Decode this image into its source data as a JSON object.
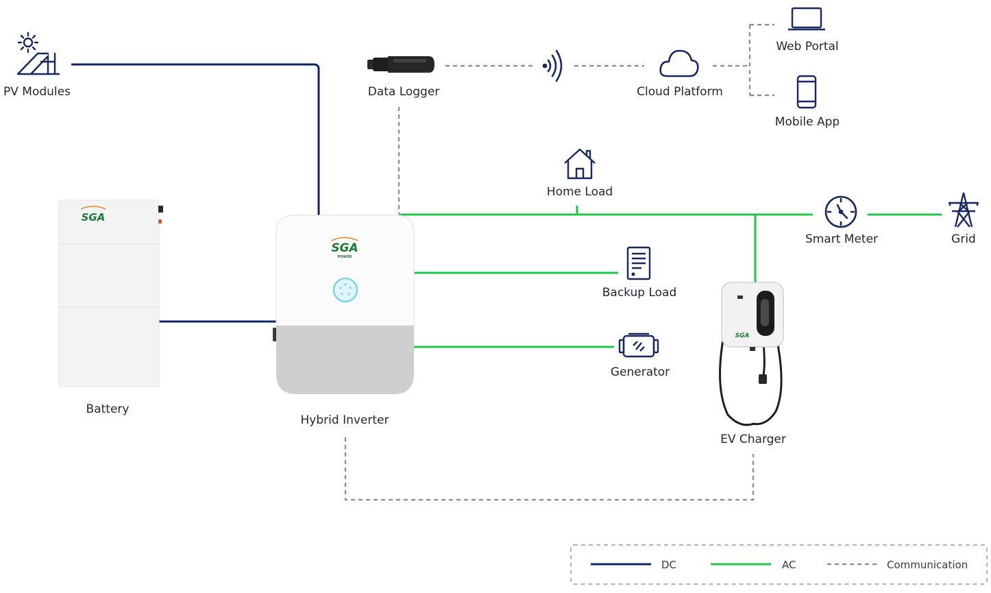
{
  "nodes": {
    "pv_modules": "PV Modules",
    "data_logger": "Data Logger",
    "cloud_platform": "Cloud Platform",
    "web_portal": "Web Portal",
    "mobile_app": "Mobile App",
    "home_load": "Home Load",
    "smart_meter": "Smart Meter",
    "grid": "Grid",
    "battery": "Battery",
    "hybrid_inverter": "Hybrid Inverter",
    "backup_load": "Backup Load",
    "generator": "Generator",
    "ev_charger": "EV Charger"
  },
  "brand_mark": "SGA",
  "brand_sub": "POWER",
  "legend": {
    "dc": "DC",
    "ac": "AC",
    "communication": "Communication"
  },
  "colors": {
    "dc": "#0d2466",
    "ac": "#22c44e",
    "communication": "#8a8a8a",
    "icon": "#15275e"
  }
}
